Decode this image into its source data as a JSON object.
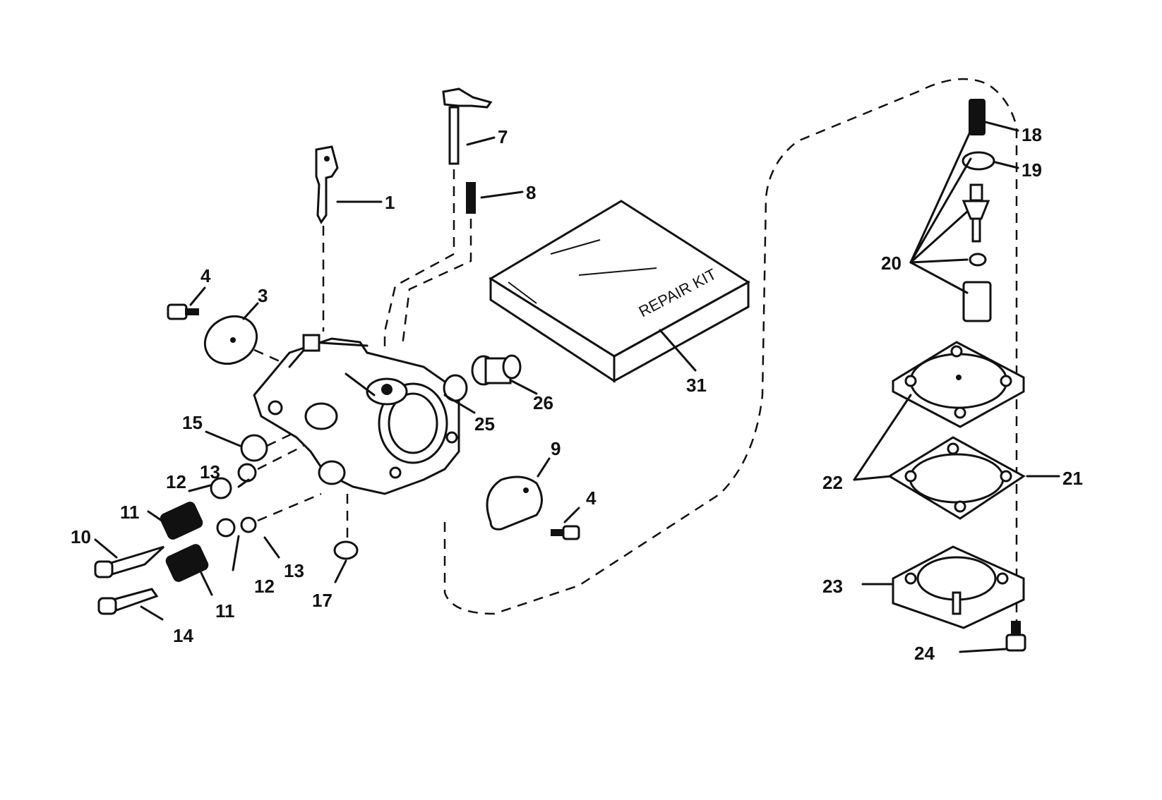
{
  "diagram": {
    "kit_text": "REPAIR KIT",
    "labels": {
      "p1": "1",
      "p3": "3",
      "p4a": "4",
      "p4b": "4",
      "p7": "7",
      "p8": "8",
      "p9": "9",
      "p10": "10",
      "p11a": "11",
      "p11b": "11",
      "p12a": "12",
      "p12b": "12",
      "p13a": "13",
      "p13b": "13",
      "p14": "14",
      "p15": "15",
      "p17": "17",
      "p18": "18",
      "p19": "19",
      "p20": "20",
      "p21": "21",
      "p22": "22",
      "p23": "23",
      "p24": "24",
      "p25": "25",
      "p26": "26",
      "p31": "31"
    }
  }
}
